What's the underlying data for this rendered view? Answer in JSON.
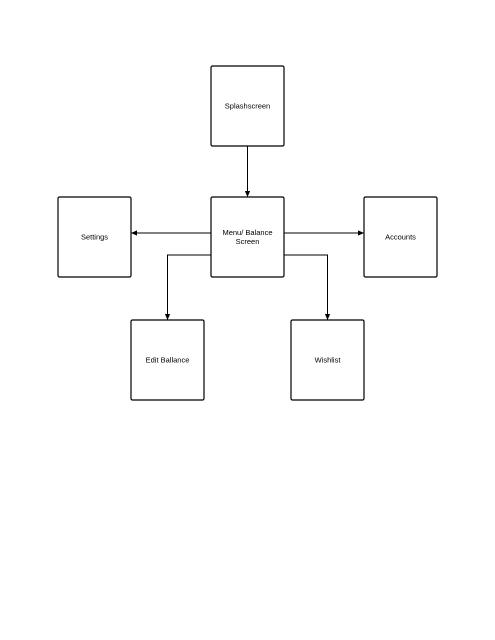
{
  "diagram": {
    "type": "flowchart",
    "colors": {
      "stroke": "#000000",
      "fill": "#ffffff",
      "background": "#ffffff"
    },
    "nodes": [
      {
        "id": "splash",
        "label": "Splashscreen"
      },
      {
        "id": "menu",
        "label": "Menu/ Balance\nScreen"
      },
      {
        "id": "settings",
        "label": "Settings"
      },
      {
        "id": "accounts",
        "label": "Accounts"
      },
      {
        "id": "edit-balance",
        "label": "Edit Ballance"
      },
      {
        "id": "wishlist",
        "label": "Wishlist"
      }
    ],
    "edges": [
      {
        "from": "splash",
        "to": "menu"
      },
      {
        "from": "menu",
        "to": "settings"
      },
      {
        "from": "menu",
        "to": "accounts"
      },
      {
        "from": "menu",
        "to": "edit-balance"
      },
      {
        "from": "menu",
        "to": "wishlist"
      }
    ]
  }
}
